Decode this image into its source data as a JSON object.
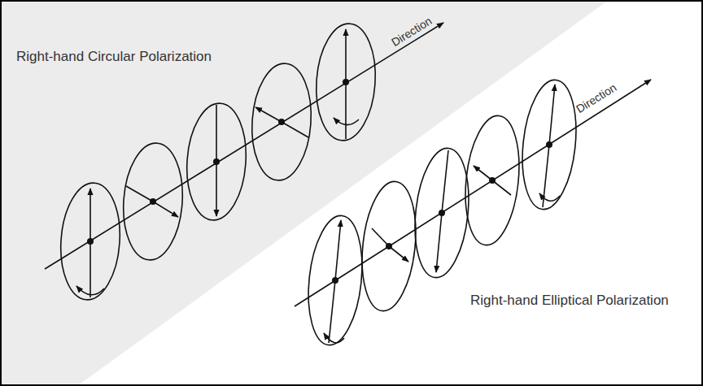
{
  "diagram": {
    "labels": [
      "Right-hand Circular Polarization",
      "Direction",
      "Direction",
      "Right-hand Elliptical Polarization"
    ]
  }
}
